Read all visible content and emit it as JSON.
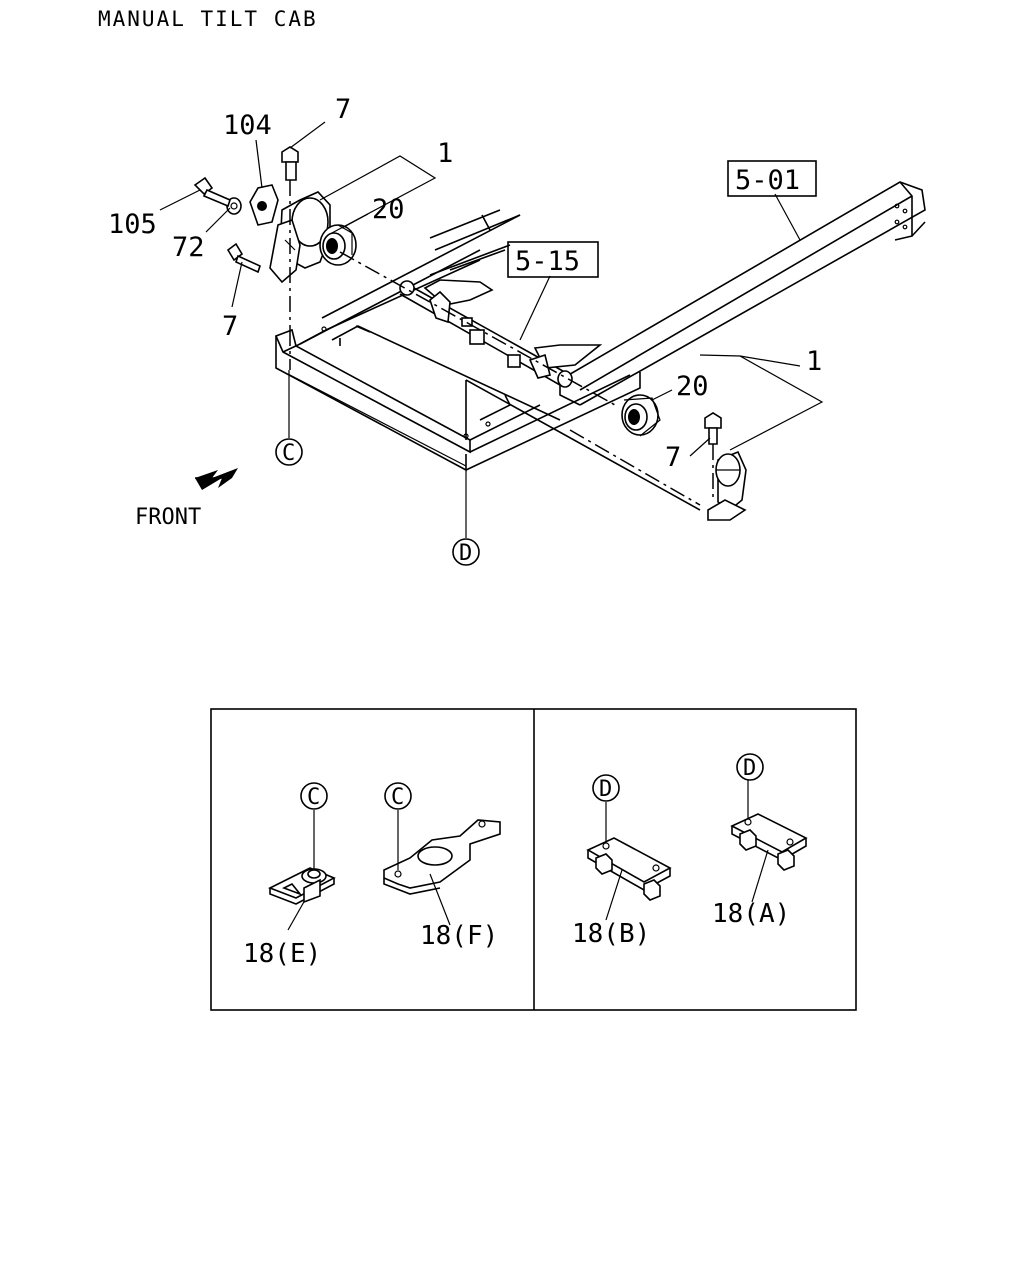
{
  "title": "MANUAL TILT CAB",
  "front_label": "FRONT",
  "callouts": {
    "c7_top": "7",
    "c104": "104",
    "c105": "105",
    "c72": "72",
    "c7_left": "7",
    "c1_top": "1",
    "c20_top": "20",
    "ref_501": "5-01",
    "ref_515": "5-15",
    "c1_right": "1",
    "c20_right": "20",
    "c7_right": "7"
  },
  "markers": {
    "c_main": "C",
    "d_main": "D",
    "c_inset1": "C",
    "c_inset2": "C",
    "d_inset1": "D",
    "d_inset2": "D"
  },
  "inset": {
    "part_18e": "18(E)",
    "part_18f": "18(F)",
    "part_18b": "18(B)",
    "part_18a": "18(A)"
  }
}
